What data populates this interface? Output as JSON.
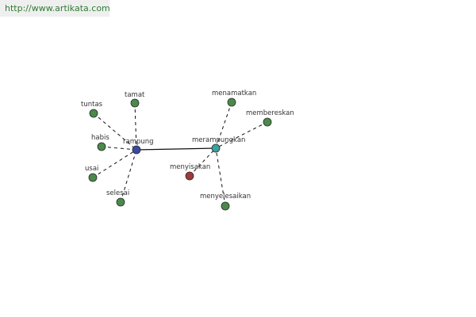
{
  "site": {
    "url": "http://www.artikata.com"
  },
  "colors": {
    "leaf_node": "#4a8a4a",
    "hub_rampung": "#3a4aa0",
    "hub_merampungkan": "#3aa0a0",
    "antonym_node": "#a03a3a",
    "edge": "#111111",
    "url_text": "#2e7d32"
  },
  "graph": {
    "hubs": [
      {
        "id": "rampung",
        "label": "rampung",
        "kind": "hub_rampung"
      },
      {
        "id": "merampungkan",
        "label": "merampungkan",
        "kind": "hub_merampungkan"
      }
    ],
    "leaves": [
      {
        "id": "tamat",
        "label": "tamat",
        "hub": "rampung",
        "kind": "leaf_node"
      },
      {
        "id": "tuntas",
        "label": "tuntas",
        "hub": "rampung",
        "kind": "leaf_node"
      },
      {
        "id": "habis",
        "label": "habis",
        "hub": "rampung",
        "kind": "leaf_node"
      },
      {
        "id": "usai",
        "label": "usai",
        "hub": "rampung",
        "kind": "leaf_node"
      },
      {
        "id": "selesai",
        "label": "selesai",
        "hub": "rampung",
        "kind": "leaf_node"
      },
      {
        "id": "menamatkan",
        "label": "menamatkan",
        "hub": "merampungkan",
        "kind": "leaf_node"
      },
      {
        "id": "membereskan",
        "label": "membereskan",
        "hub": "merampungkan",
        "kind": "leaf_node"
      },
      {
        "id": "menyisakan",
        "label": "menyisakan",
        "hub": "merampungkan",
        "kind": "antonym_node"
      },
      {
        "id": "menyelesaikan",
        "label": "menyelesaikan",
        "hub": "merampungkan",
        "kind": "leaf_node"
      }
    ],
    "links": [
      {
        "from": "rampung",
        "to": "merampungkan",
        "style": "solid"
      }
    ]
  }
}
